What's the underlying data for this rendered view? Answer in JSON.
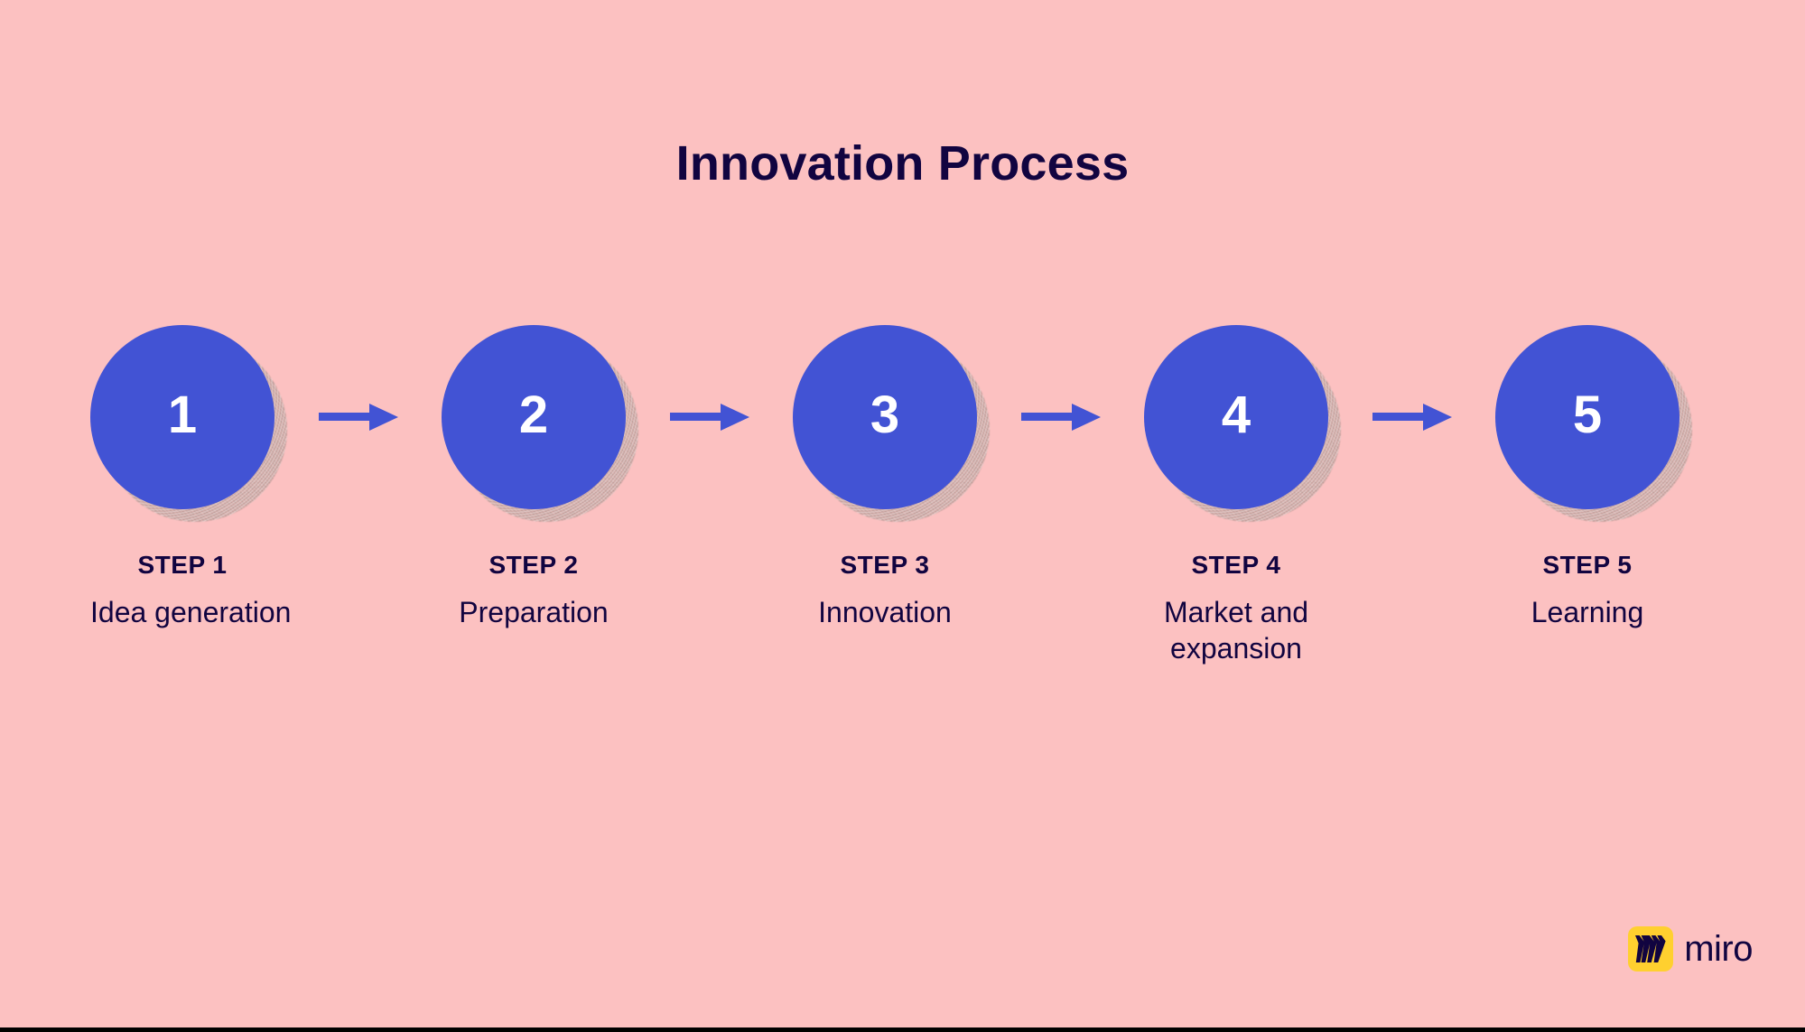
{
  "slide": {
    "title": "Innovation Process",
    "background_color": "#fcc1c1",
    "accent_color": "#4253d4",
    "text_color": "#110440",
    "shadow_color": "#ab938d",
    "bottom_border_color": "#000000"
  },
  "flow": {
    "arrow_icon_name": "arrow-right-icon",
    "steps": [
      {
        "number": "1",
        "step_label": "STEP 1",
        "description": "Idea generation",
        "description_lines": [
          "Idea generation"
        ]
      },
      {
        "number": "2",
        "step_label": "STEP 2",
        "description": "Preparation",
        "description_lines": [
          "Preparation"
        ]
      },
      {
        "number": "3",
        "step_label": "STEP 3",
        "description": "Innovation",
        "description_lines": [
          "Innovation"
        ]
      },
      {
        "number": "4",
        "step_label": "STEP 4",
        "description": "Market and expansion",
        "description_lines": [
          "Market and",
          "expansion"
        ]
      },
      {
        "number": "5",
        "step_label": "STEP 5",
        "description": "Learning",
        "description_lines": [
          "Learning"
        ]
      }
    ]
  },
  "branding": {
    "mark_icon_name": "miro-mark-icon",
    "mark_background_color": "#ffd02f",
    "wordmark": "miro"
  }
}
